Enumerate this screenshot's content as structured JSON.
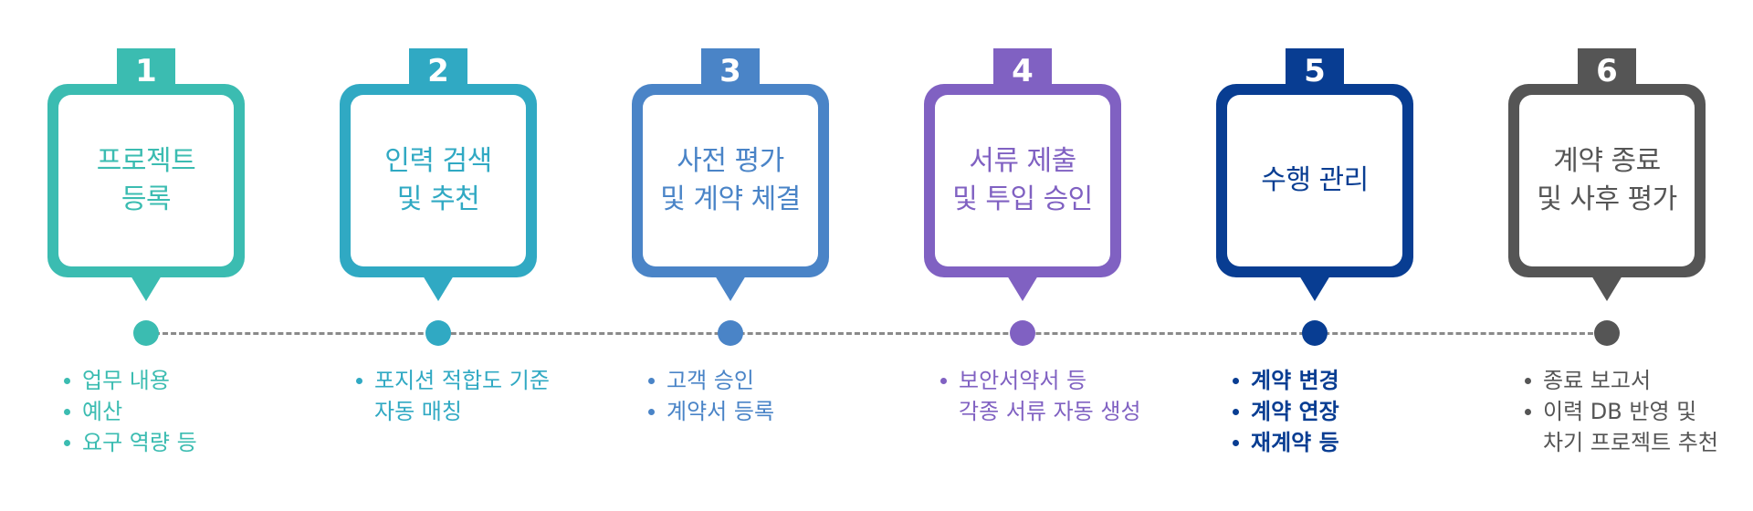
{
  "steps": [
    {
      "number": "1",
      "title": "프로젝트\n등록",
      "color": "#3bbcb1",
      "bullets": [
        "업무 내용",
        "예산",
        "요구 역량 등"
      ]
    },
    {
      "number": "2",
      "title": "인력 검색\n및 추천",
      "color": "#30a9c3",
      "bullets": [
        "포지션 적합도 기준\n자동 매칭"
      ]
    },
    {
      "number": "3",
      "title": "사전 평가\n및 계약 체결",
      "color": "#4a84c7",
      "bullets": [
        "고객 승인",
        "계약서 등록"
      ]
    },
    {
      "number": "4",
      "title": "서류 제출\n및 투입 승인",
      "color": "#8061c2",
      "bullets": [
        "보안서약서 등\n각종 서류 자동 생성"
      ]
    },
    {
      "number": "5",
      "title": "수행 관리",
      "color": "#083d92",
      "bullets": [
        "계약 변경",
        "계약 연장",
        "재계약 등"
      ]
    },
    {
      "number": "6",
      "title": "계약 종료\n및 사후 평가",
      "color": "#555555",
      "bullets": [
        "종료 보고서",
        "이력 DB 반영 및\n차기 프로젝트 추천"
      ]
    }
  ],
  "timeline_color": "#8a8a8a"
}
